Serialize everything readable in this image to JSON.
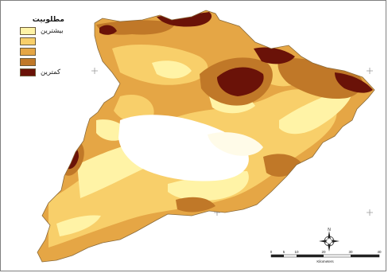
{
  "legend": {
    "title": "مطلوبیت",
    "items": [
      {
        "label": "بیشترین",
        "color": "#fff3a6"
      },
      {
        "label": "",
        "color": "#f8cf6a"
      },
      {
        "label": "",
        "color": "#e5a645"
      },
      {
        "label": "",
        "color": "#c07828"
      },
      {
        "label": "کمترین",
        "color": "#6a1208"
      }
    ]
  },
  "scale_bar": {
    "ticks": [
      "0",
      "5",
      "10",
      "20",
      "30",
      "40"
    ],
    "unit": "Kilometers"
  },
  "north_arrow": {
    "label": "N"
  },
  "colors": {
    "most": "#fff3a6",
    "high": "#f8cf6a",
    "mid": "#e5a645",
    "low": "#c07828",
    "least": "#6a1208",
    "white_zone": "#ffffff"
  }
}
